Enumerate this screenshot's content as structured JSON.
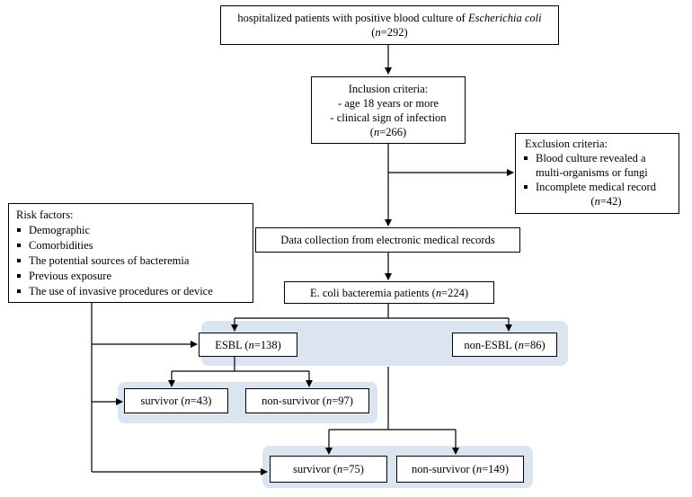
{
  "top_box": {
    "line1_prefix": "hospitalized patients with positive blood culture of ",
    "line1_species": "Escherichia coli",
    "n_label": "n",
    "n_value": "=292"
  },
  "inclusion_box": {
    "title": "Inclusion criteria:",
    "item1": "- age 18 years or more",
    "item2": "- clinical sign of infection",
    "n_label": "n",
    "n_value": "=266"
  },
  "exclusion_box": {
    "title": "Exclusion criteria:",
    "item1": "Blood culture revealed a multi-organisms or fungi",
    "item2": "Incomplete medical record",
    "n_label": "n",
    "n_value": "=42"
  },
  "risk_box": {
    "title": "Risk factors:",
    "items": [
      "Demographic",
      "Comorbidities",
      "The potential sources of bacteremia",
      "Previous exposure",
      "The use of invasive procedures or device"
    ]
  },
  "data_collection_box": {
    "text": "Data collection from electronic medical records"
  },
  "bacteremia_box": {
    "prefix": "E. coli bacteremia patients (",
    "n_label": "n",
    "n_value": "=224)"
  },
  "esbl_box": {
    "prefix": "ESBL (",
    "n_label": "n",
    "n_value": "=138)"
  },
  "non_esbl_box": {
    "prefix": "non-ESBL (",
    "n_label": "n",
    "n_value": "=86)"
  },
  "esbl_survivor_box": {
    "prefix": "survivor (",
    "n_label": "n",
    "n_value": "=43)"
  },
  "esbl_non_survivor_box": {
    "prefix": "non-survivor (",
    "n_label": "n",
    "n_value": "=97)"
  },
  "non_esbl_survivor_box": {
    "prefix": "survivor (",
    "n_label": "n",
    "n_value": "=75)"
  },
  "non_esbl_non_survivor_box": {
    "prefix": "non-survivor (",
    "n_label": "n",
    "n_value": "=149)"
  },
  "colors": {
    "group_panel": "#dbe5f1",
    "box_border": "#000000",
    "arrow": "#000000"
  }
}
